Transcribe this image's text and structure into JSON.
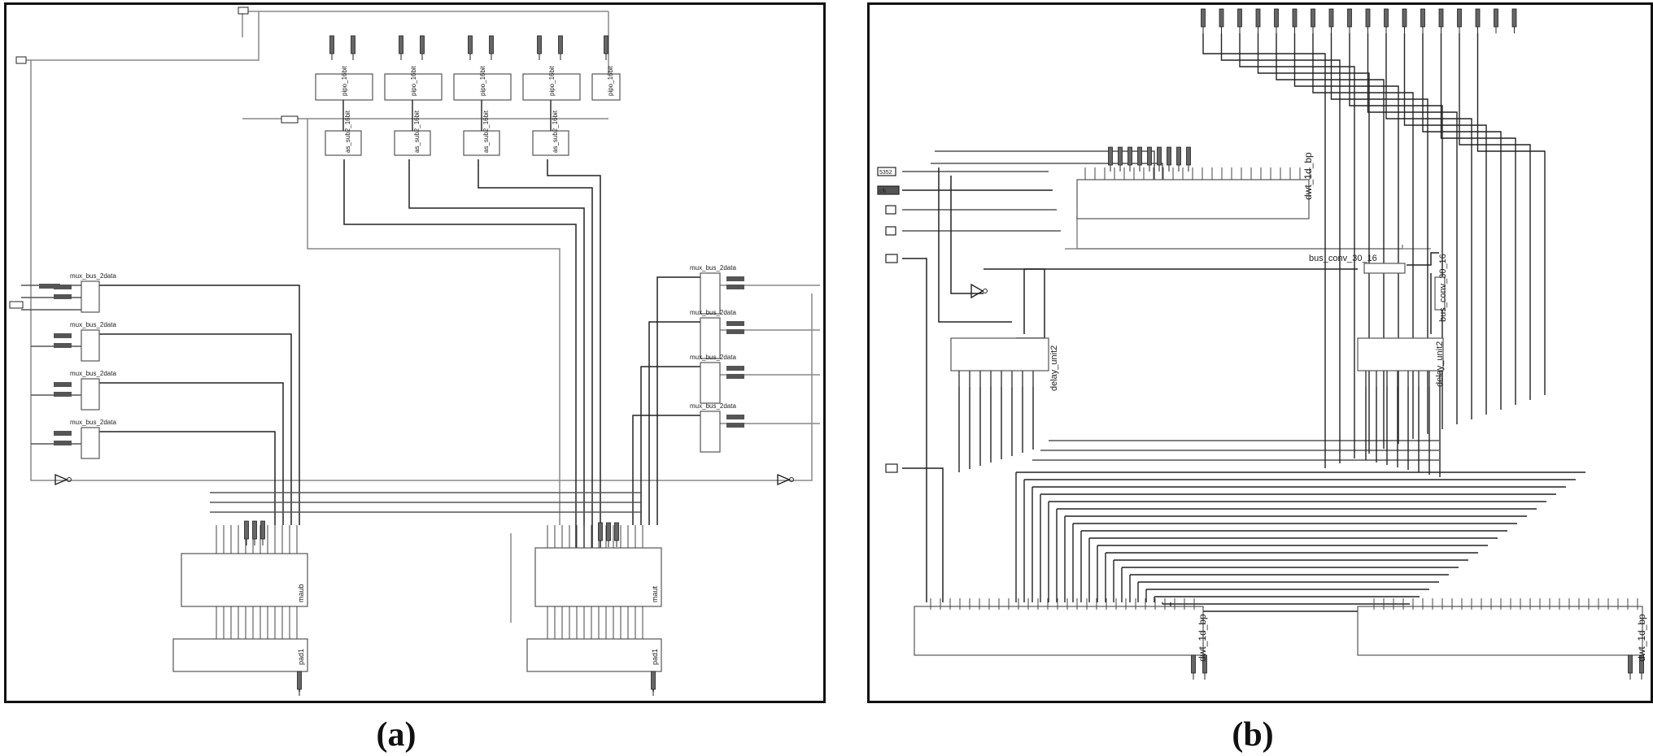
{
  "panel_a": {
    "caption": "(a)",
    "mux_label": "mux_bus_2data",
    "top_block_label": "pipo_16bit",
    "sub_block_label": "as_sub2_16bit",
    "left_block_label": "maub",
    "right_block_label": "maut",
    "pad_label": "pad1"
  },
  "panel_b": {
    "caption": "(b)",
    "dwt_top_label": "dwt_1d_bp",
    "dwt_bottom_label": "dwt_1d_bp",
    "bus_conv_label": "bus_conv_30_16",
    "bus_conv_vertical_label": "bus_conv_30_16",
    "delay_label": "delay_unit2",
    "in_label_1": "5352",
    "in_label_2": "clk"
  },
  "colors": {
    "line": "#222222",
    "box": "#555555",
    "background": "#ffffff"
  }
}
